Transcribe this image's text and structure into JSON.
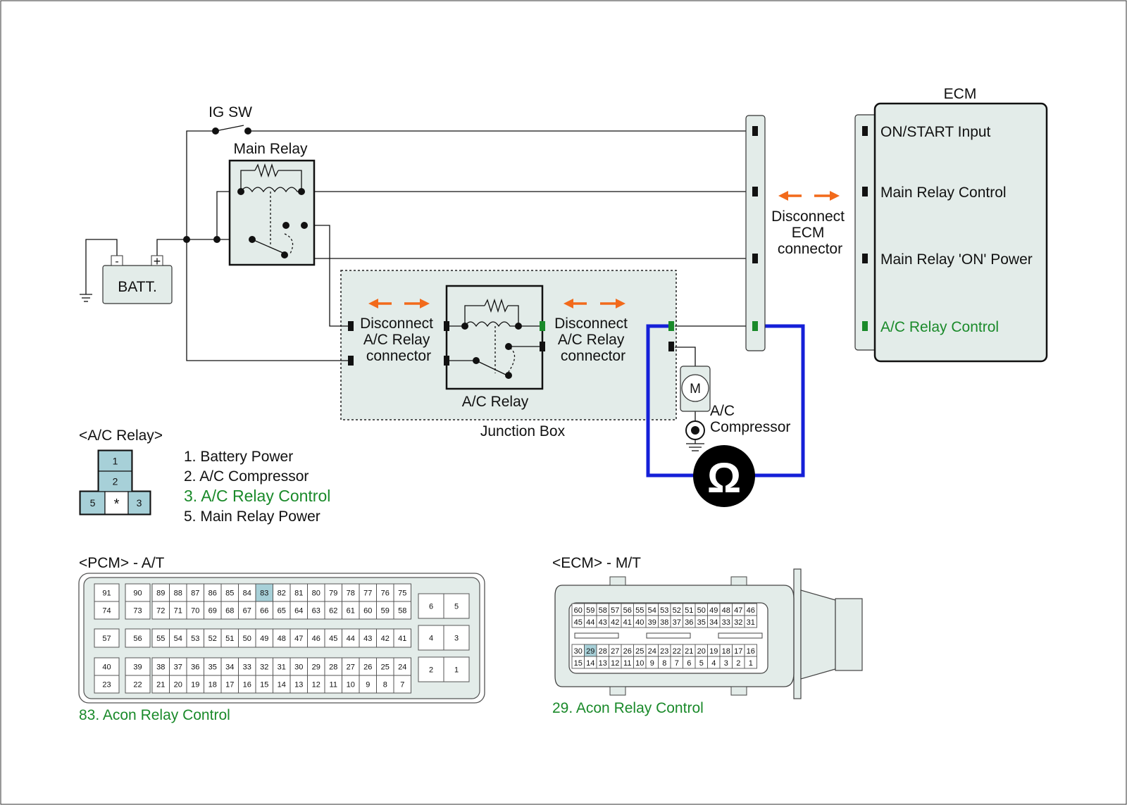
{
  "labels": {
    "ig_sw": "IG SW",
    "main_relay": "Main Relay",
    "batt": "BATT.",
    "batt_minus": "-",
    "batt_plus": "+",
    "ecm": "ECM",
    "disconnect_ecm": [
      "Disconnect",
      "ECM",
      "connector"
    ],
    "disconnect_ac_left": [
      "Disconnect",
      "A/C Relay",
      "connector"
    ],
    "disconnect_ac_right": [
      "Disconnect",
      "A/C Relay",
      "connector"
    ],
    "ac_relay": "A/C Relay",
    "junction_box": "Junction Box",
    "motor": "M",
    "ac_compressor": [
      "A/C",
      "Compressor"
    ],
    "ohmmeter": "Ω"
  },
  "ecm_pins": [
    {
      "label": "ON/START Input",
      "color": "#111111"
    },
    {
      "label": "Main Relay Control",
      "color": "#111111"
    },
    {
      "label": "Main Relay 'ON' Power",
      "color": "#111111"
    },
    {
      "label": "A/C Relay Control",
      "color": "#1a8a2a"
    }
  ],
  "ac_relay_connector": {
    "title": "<A/C Relay>",
    "cells": [
      "1",
      "2",
      "5",
      "*",
      "3"
    ],
    "legend": [
      {
        "text": "1. Battery Power",
        "color": "#111111"
      },
      {
        "text": "2. A/C Compressor",
        "color": "#111111"
      },
      {
        "text": "3. A/C Relay Control",
        "color": "#1a8a2a"
      },
      {
        "text": "5. Main Relay Power",
        "color": "#111111"
      }
    ]
  },
  "pcm": {
    "title": "<PCM> - A/T",
    "caption": "83. Acon Relay Control",
    "highlight": "83",
    "left_pins": [
      "91",
      "90",
      "74",
      "73",
      "57",
      "56",
      "40",
      "39",
      "23",
      "22"
    ],
    "rows": [
      [
        "89",
        "88",
        "87",
        "86",
        "85",
        "84",
        "83",
        "82",
        "81",
        "80",
        "79",
        "78",
        "77",
        "76",
        "75"
      ],
      [
        "72",
        "71",
        "70",
        "69",
        "68",
        "67",
        "66",
        "65",
        "64",
        "63",
        "62",
        "61",
        "60",
        "59",
        "58"
      ],
      [
        "55",
        "54",
        "53",
        "52",
        "51",
        "50",
        "49",
        "48",
        "47",
        "46",
        "45",
        "44",
        "43",
        "42",
        "41"
      ],
      [
        "38",
        "37",
        "36",
        "35",
        "34",
        "33",
        "32",
        "31",
        "30",
        "29",
        "28",
        "27",
        "26",
        "25",
        "24"
      ],
      [
        "21",
        "20",
        "19",
        "18",
        "17",
        "16",
        "15",
        "14",
        "13",
        "12",
        "11",
        "10",
        "9",
        "8",
        "7"
      ]
    ],
    "right_pins": [
      "6",
      "5",
      "4",
      "3",
      "2",
      "1"
    ]
  },
  "ecm_connector": {
    "title": "<ECM> - M/T",
    "caption": "29. Acon Relay Control",
    "highlight": "29",
    "rows": [
      [
        "60",
        "59",
        "58",
        "57",
        "56",
        "55",
        "54",
        "53",
        "52",
        "51",
        "50",
        "49",
        "48",
        "47",
        "46"
      ],
      [
        "45",
        "44",
        "43",
        "42",
        "41",
        "40",
        "39",
        "38",
        "37",
        "36",
        "35",
        "34",
        "33",
        "32",
        "31"
      ],
      [
        "30",
        "29",
        "28",
        "27",
        "26",
        "25",
        "24",
        "23",
        "22",
        "21",
        "20",
        "19",
        "18",
        "17",
        "16"
      ],
      [
        "15",
        "14",
        "13",
        "12",
        "11",
        "10",
        "9",
        "8",
        "7",
        "6",
        "5",
        "4",
        "3",
        "2",
        "1"
      ]
    ]
  },
  "colors": {
    "wire": "#111111",
    "meter_lead": "#1520d8",
    "arrow": "#f26a1b",
    "box_fill": "#e3ece9",
    "pin_highlight": "#a7d0d8",
    "signal_green": "#1a8a2a"
  }
}
